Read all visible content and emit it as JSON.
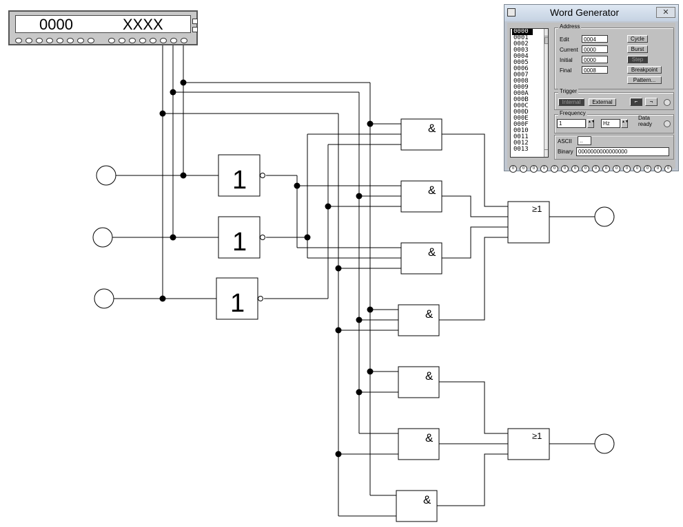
{
  "display": {
    "value_left": "0000",
    "value_right": "XXXX"
  },
  "gates": {
    "not_label": "1",
    "and_label": "&",
    "or_label": "≥1"
  },
  "word_generator": {
    "title": "Word Generator",
    "address_section": "Address",
    "addresses": [
      "0000",
      "0001",
      "0002",
      "0003",
      "0004",
      "0005",
      "0006",
      "0007",
      "0008",
      "0009",
      "000A",
      "000B",
      "000C",
      "000D",
      "000E",
      "000F",
      "0010",
      "0011",
      "0012",
      "0013"
    ],
    "edit_label": "Edit",
    "edit_value": "0004",
    "current_label": "Current",
    "current_value": "0000",
    "initial_label": "Initial",
    "initial_value": "0000",
    "final_label": "Final",
    "final_value": "0008",
    "buttons": {
      "cycle": "Cycle",
      "burst": "Burst",
      "step": "Step",
      "breakpoint": "Breakpoint",
      "pattern": "Pattern..."
    },
    "trigger_section": "Trigger",
    "trigger_internal": "Internal",
    "trigger_external": "External",
    "frequency_section": "Frequency",
    "frequency_value": "1",
    "frequency_unit": "Hz",
    "data_ready_label": "Data ready",
    "ascii_label": "ASCII",
    "ascii_value": "..",
    "binary_label": "Binary",
    "binary_value": "0000000000000000",
    "pin_value": "0"
  }
}
